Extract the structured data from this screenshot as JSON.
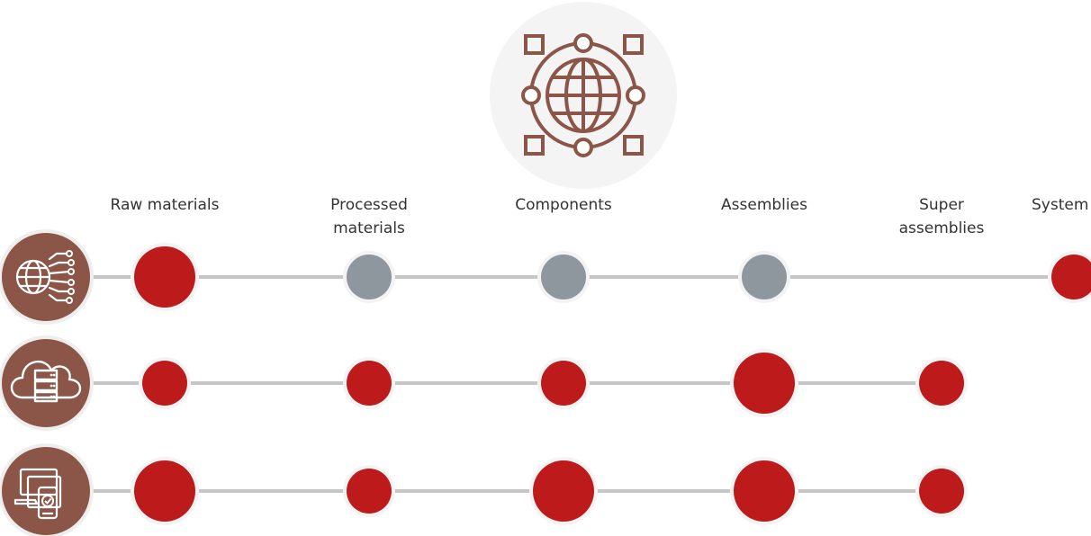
{
  "stages": [
    {
      "label_lines": [
        "Raw materials"
      ]
    },
    {
      "label_lines": [
        "Processed",
        "materials"
      ]
    },
    {
      "label_lines": [
        "Components"
      ]
    },
    {
      "label_lines": [
        "Assemblies"
      ]
    },
    {
      "label_lines": [
        "Super",
        "assemblies"
      ]
    },
    {
      "label_lines": [
        "System"
      ]
    }
  ],
  "rows": [
    {
      "icon": "circuit-globe-icon",
      "nodes": [
        {
          "stage": 0,
          "level": "high"
        },
        {
          "stage": 1,
          "level": "neutral"
        },
        {
          "stage": 2,
          "level": "neutral"
        },
        {
          "stage": 3,
          "level": "neutral"
        },
        {
          "stage": 5,
          "level": "medium"
        }
      ]
    },
    {
      "icon": "cloud-server-icon",
      "nodes": [
        {
          "stage": 0,
          "level": "medium"
        },
        {
          "stage": 1,
          "level": "medium"
        },
        {
          "stage": 2,
          "level": "medium"
        },
        {
          "stage": 3,
          "level": "high"
        },
        {
          "stage": 4,
          "level": "medium"
        }
      ]
    },
    {
      "icon": "devices-secure-icon",
      "nodes": [
        {
          "stage": 0,
          "level": "high"
        },
        {
          "stage": 1,
          "level": "medium"
        },
        {
          "stage": 2,
          "level": "high"
        },
        {
          "stage": 3,
          "level": "high"
        },
        {
          "stage": 4,
          "level": "medium"
        }
      ]
    }
  ],
  "top_icon": "global-network-icon",
  "colors": {
    "accent": "#bd1a1c",
    "neutral": "#8e969e",
    "icon_bg": "#8b5647",
    "line": "#c6c6c6",
    "halo": "#f3f3f3"
  }
}
